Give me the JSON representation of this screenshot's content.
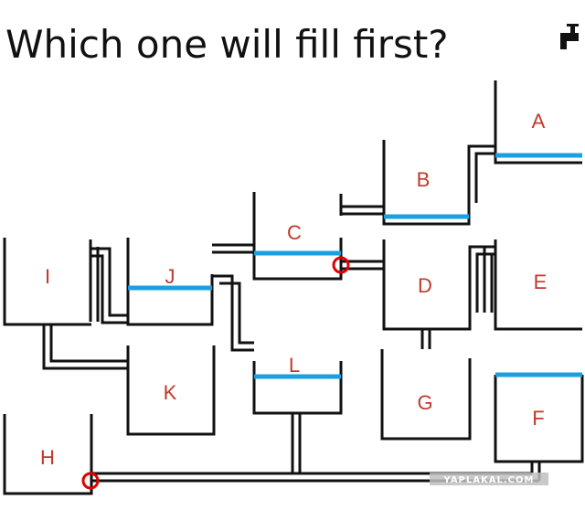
{
  "question": "Which one will fill first?",
  "watermark": "YAPLAKAL.COM",
  "colors": {
    "wall": "#111111",
    "water": "#1aa0e0",
    "label": "#c0392b",
    "blocked_marker": "#e00000"
  },
  "icons": [
    "faucet-icon"
  ],
  "tanks": [
    {
      "id": "A",
      "label": "A",
      "has_water": true
    },
    {
      "id": "B",
      "label": "B",
      "has_water": true
    },
    {
      "id": "C",
      "label": "C",
      "has_water": true
    },
    {
      "id": "D",
      "label": "D",
      "has_water": false
    },
    {
      "id": "E",
      "label": "E",
      "has_water": false
    },
    {
      "id": "F",
      "label": "F",
      "has_water": true
    },
    {
      "id": "G",
      "label": "G",
      "has_water": false
    },
    {
      "id": "H",
      "label": "H",
      "has_water": false
    },
    {
      "id": "I",
      "label": "I",
      "has_water": false
    },
    {
      "id": "J",
      "label": "J",
      "has_water": true
    },
    {
      "id": "K",
      "label": "K",
      "has_water": false
    },
    {
      "id": "L",
      "label": "L",
      "has_water": true
    }
  ],
  "blocked_pipes": [
    {
      "between": [
        "C",
        "D"
      ]
    },
    {
      "between": [
        "H",
        "L"
      ]
    }
  ]
}
